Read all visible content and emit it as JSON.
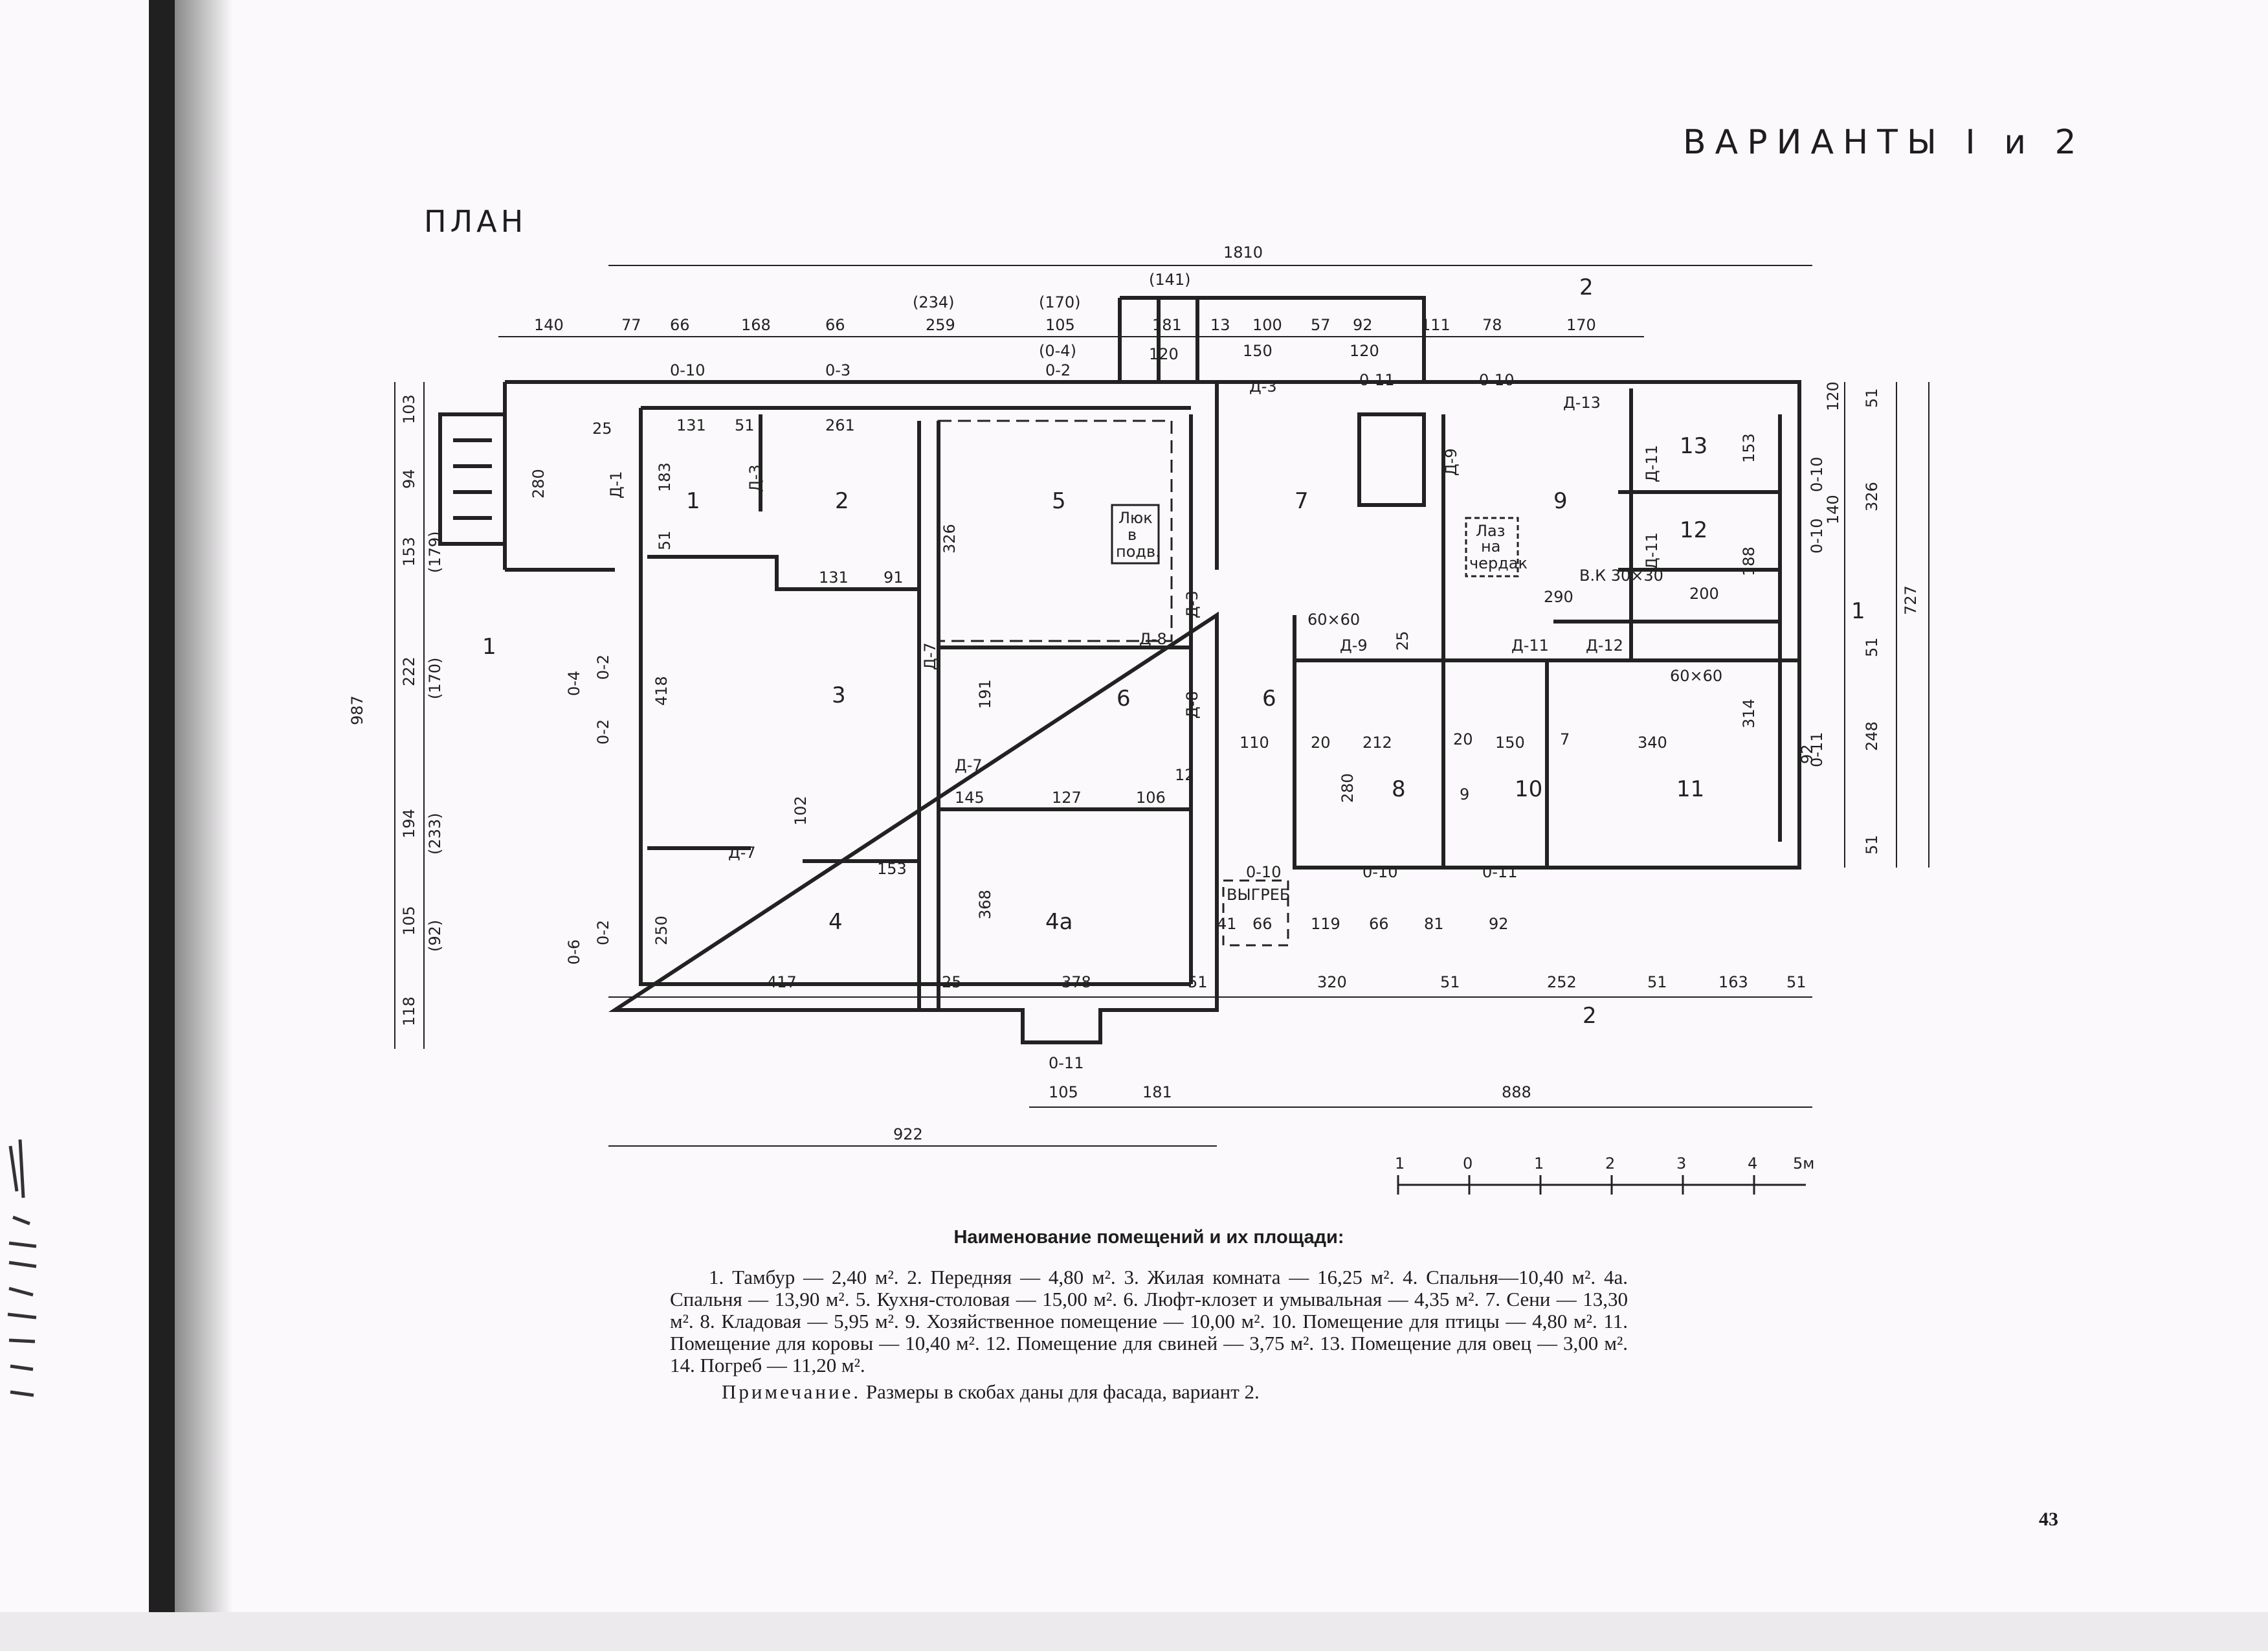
{
  "header": {
    "title": "ВАРИАНТЫ I и 2"
  },
  "plan": {
    "title": "ПЛАН",
    "overall": {
      "top": "1810",
      "left": "987",
      "bottom_left": "922",
      "bottom_right": "888",
      "right": "727"
    },
    "top_dims": [
      "140",
      "77",
      "66",
      "168",
      "66",
      "259",
      "105",
      "181",
      "13",
      "100",
      "57",
      "92",
      "111",
      "78",
      "170"
    ],
    "top_paren": [
      "(234)",
      "(170)",
      "(141)"
    ],
    "top_sub": [
      "120",
      "150",
      "120",
      "(0-4)"
    ],
    "left_dims": [
      "103",
      "94",
      "153",
      "222",
      "194",
      "105",
      "118"
    ],
    "left_paren": [
      "(179)",
      "(170)",
      "(233)",
      "(92)"
    ],
    "right_dims": [
      "120",
      "51",
      "326",
      "51",
      "248",
      "51"
    ],
    "bottom_dims": [
      "417",
      "25",
      "378",
      "51",
      "320",
      "51",
      "252",
      "51",
      "163",
      "51"
    ],
    "bottom_sub": [
      "105",
      "181"
    ],
    "inner_dims": [
      "131",
      "51",
      "261",
      "183",
      "131",
      "91",
      "326",
      "418",
      "191",
      "102",
      "145",
      "127",
      "106",
      "153",
      "250",
      "368",
      "110",
      "20",
      "212",
      "280",
      "150",
      "340",
      "314",
      "188",
      "153",
      "200",
      "290",
      "25",
      "20",
      "9",
      "7",
      "12",
      "92",
      "140",
      "41",
      "66",
      "119",
      "66",
      "81",
      "92",
      "25",
      "51",
      "280"
    ],
    "windows": [
      "0-10",
      "0-3",
      "0-2",
      "0-11",
      "0-10",
      "0-2",
      "0-4",
      "0-2",
      "0-6",
      "0-2",
      "0-10",
      "0-10",
      "0-11",
      "0-10",
      "0-10",
      "0-11",
      "0-11"
    ],
    "doors": [
      "Д-1",
      "Д-3",
      "Д-3",
      "Д-3",
      "Д-7",
      "Д-7",
      "Д-7",
      "Д-8",
      "Д-8",
      "Д-9",
      "Д-9",
      "Д-11",
      "Д-11",
      "Д-11",
      "Д-12",
      "Д-13"
    ],
    "room_numbers": [
      "1",
      "2",
      "3",
      "4",
      "4а",
      "5",
      "6",
      "6",
      "7",
      "8",
      "9",
      "10",
      "11",
      "12",
      "13"
    ],
    "labels": {
      "hatch": [
        "Люк",
        "в",
        "подв."
      ],
      "attic": [
        "Лаз",
        "на",
        "чердак"
      ],
      "cellar": "ВЫГРЕБ",
      "vent": "В.К 30×30",
      "size1": "60×60",
      "size2": "60×60"
    },
    "sections": [
      "1",
      "1",
      "2",
      "2"
    ],
    "scale": {
      "ticks": [
        "1",
        "0",
        "1",
        "2",
        "3",
        "4",
        "5м"
      ]
    }
  },
  "legend": {
    "heading": "Наименование помещений и их площади:",
    "body": "1. Тамбур — 2,40 м². 2. Передняя — 4,80 м². 3. Жилая комната — 16,25 м². 4. Спальня—10,40 м². 4а. Спальня — 13,90 м². 5. Кухня-столовая — 15,00 м². 6. Люфт-клозет и умывальная — 4,35 м². 7. Сени — 13,30 м². 8. Кладовая — 5,95 м². 9. Хозяйственное помещение — 10,00 м². 10. Помещение для птицы — 4,80 м². 11. Помещение для коровы — 10,40 м². 12. Помещение для свиней — 3,75 м². 13. Помещение для овец — 3,00 м². 14. Погреб — 11,20 м².",
    "note_label": "Примечание.",
    "note_text": " Размеры в скобах даны для фасада, вариант 2."
  },
  "page_number": "43"
}
